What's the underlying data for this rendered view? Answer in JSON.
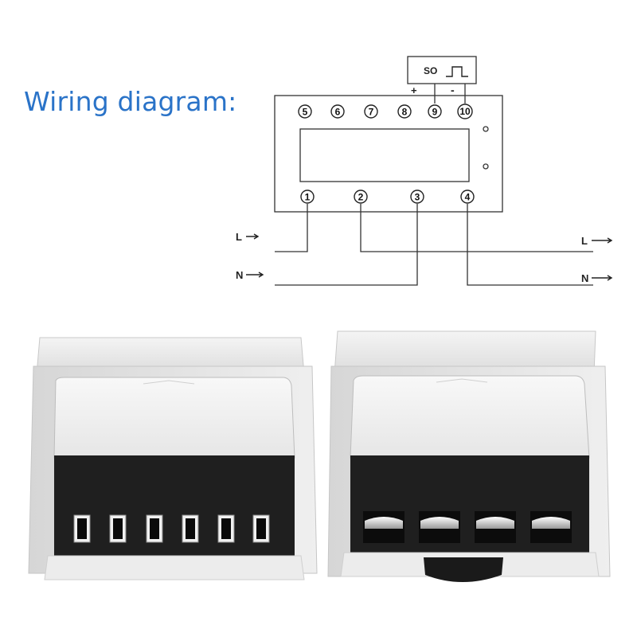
{
  "diagram": {
    "title": "Wiring diagram:",
    "pulse_output": {
      "label": "SO",
      "plus": "+",
      "minus": "-"
    },
    "top_terminals": [
      "5",
      "6",
      "7",
      "8",
      "9",
      "10"
    ],
    "bottom_terminals": [
      "1",
      "2",
      "3",
      "4"
    ],
    "left_lines": [
      {
        "label": "L",
        "terminal": "1"
      },
      {
        "label": "N",
        "terminal": "3"
      }
    ],
    "right_lines": [
      {
        "label": "L",
        "terminal": "2"
      },
      {
        "label": "N",
        "terminal": "4"
      }
    ]
  },
  "photos": {
    "left_view": {
      "terminal_count": 6,
      "description_color_body": "#ececec",
      "description_color_block": "#1e1e1e"
    },
    "right_view": {
      "terminal_count": 4
    }
  }
}
